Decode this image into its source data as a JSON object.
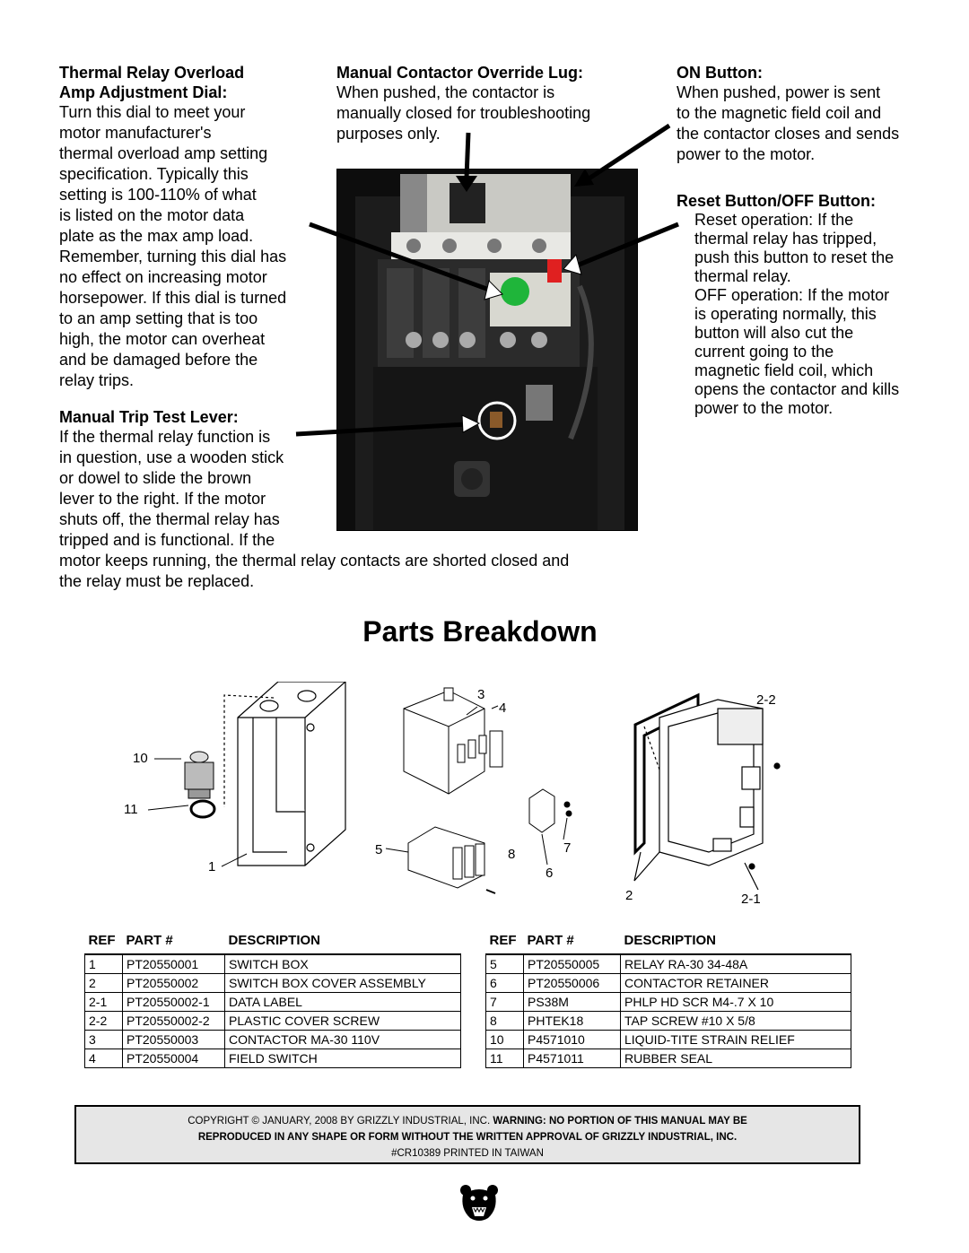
{
  "left_col": {
    "thermal_heading": [
      "Thermal Relay Overload",
      "Amp Adjustment Dial:"
    ],
    "thermal_body": [
      "Turn this dial to meet your",
      "motor manufacturer's",
      "thermal overload amp setting",
      "specification. Typically this",
      "setting is 100-110% of what",
      "is listed on the motor data",
      "plate as the max amp load.",
      "Remember, turning this dial has",
      "no effect on increasing motor",
      "horsepower. If this dial is turned",
      "to an amp setting that is too",
      "high, the motor can overheat",
      "and be damaged before the",
      "relay trips."
    ],
    "trip_heading": "Manual Trip Test Lever:",
    "trip_body": [
      "If the thermal relay function is",
      "in question, use a wooden stick",
      "or  dowel to slide the brown",
      "lever to the right. If the motor",
      "shuts off, the thermal relay has",
      "tripped and is functional. If the"
    ],
    "trip_body_wide": [
      "motor keeps running, the thermal relay contacts are shorted closed and",
      "the relay must be replaced."
    ]
  },
  "mid_col": {
    "override_heading": "Manual Contactor Override Lug:",
    "override_body": [
      "When pushed, the contactor is",
      "manually closed for troubleshooting",
      "purposes only."
    ]
  },
  "right_col": {
    "on_heading": "ON Button:",
    "on_body": [
      "When pushed, power is sent",
      "to the magnetic field coil and",
      "the contactor closes and sends",
      "power to the motor."
    ],
    "reset_heading": "Reset Button/OFF Button:",
    "reset_body": [
      "Reset operation: If the",
      "thermal relay has tripped,",
      "push this button to reset the",
      "thermal relay.",
      "OFF operation: If the motor",
      "is operating normally, this",
      "button will also cut the",
      "current going to the",
      "magnetic field coil, which",
      "opens the contactor and kills",
      "power to the motor."
    ]
  },
  "section_title": "Parts Breakdown",
  "diagram_labels": {
    "l1": "1",
    "l2": "2",
    "l2_1": "2-1",
    "l2_2": "2-2",
    "l3": "3",
    "l4": "4",
    "l5": "5",
    "l6": "6",
    "l7": "7",
    "l8": "8",
    "l10": "10",
    "l11": "11"
  },
  "table_headers": {
    "ref": "REF",
    "part": "PART #",
    "desc": "DESCRIPTION"
  },
  "parts_left": [
    {
      "ref": "1",
      "part": "PT20550001",
      "desc": "SWITCH BOX"
    },
    {
      "ref": "2",
      "part": "PT20550002",
      "desc": "SWITCH BOX COVER ASSEMBLY"
    },
    {
      "ref": "2-1",
      "part": "PT20550002-1",
      "desc": "DATA LABEL"
    },
    {
      "ref": "2-2",
      "part": "PT20550002-2",
      "desc": "PLASTIC COVER SCREW"
    },
    {
      "ref": "3",
      "part": "PT20550003",
      "desc": "CONTACTOR MA-30 110V"
    },
    {
      "ref": "4",
      "part": "PT20550004",
      "desc": "FIELD SWITCH"
    }
  ],
  "parts_right": [
    {
      "ref": "5",
      "part": "PT20550005",
      "desc": "RELAY RA-30 34-48A"
    },
    {
      "ref": "6",
      "part": "PT20550006",
      "desc": "CONTACTOR RETAINER"
    },
    {
      "ref": "7",
      "part": "PS38M",
      "desc": "PHLP HD SCR M4-.7 X 10"
    },
    {
      "ref": "8",
      "part": "PHTEK18",
      "desc": "TAP SCREW #10 X 5/8"
    },
    {
      "ref": "10",
      "part": "P4571010",
      "desc": "LIQUID-TITE STRAIN RELIEF"
    },
    {
      "ref": "11",
      "part": "P4571011",
      "desc": "RUBBER SEAL"
    }
  ],
  "copyright": {
    "line1_normal": "COPYRIGHT © JANUARY, 2008 BY GRIZZLY INDUSTRIAL, INC. ",
    "line1_bold": "WARNING: NO PORTION OF THIS MANUAL MAY BE",
    "line2_bold": "REPRODUCED IN ANY SHAPE OR FORM WITHOUT THE WRITTEN APPROVAL OF GRIZZLY INDUSTRIAL, INC.",
    "line3": "#CR10389  PRINTED IN TAIWAN"
  }
}
